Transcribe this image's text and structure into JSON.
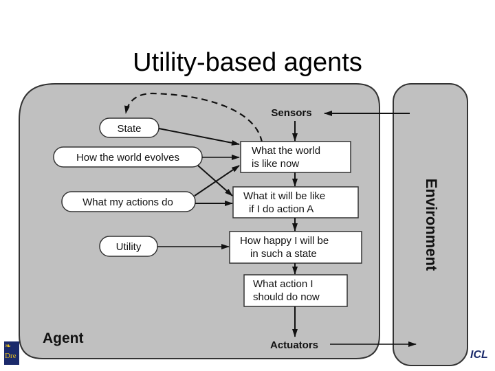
{
  "title": "Utility-based agents",
  "agent": {
    "label": "Agent",
    "ovals": [
      {
        "id": "state",
        "label": "State"
      },
      {
        "id": "world-evolves",
        "label": "How the world evolves"
      },
      {
        "id": "actions-do",
        "label": "What my actions do"
      },
      {
        "id": "utility",
        "label": "Utility"
      }
    ],
    "boxes": [
      {
        "id": "world-now",
        "lines": [
          "What the world",
          "is like now"
        ]
      },
      {
        "id": "will-be-like",
        "lines": [
          "What it will be like",
          "if I do action A"
        ]
      },
      {
        "id": "how-happy",
        "lines": [
          "How happy I will be",
          "in such a state"
        ]
      },
      {
        "id": "what-action",
        "lines": [
          "What action I",
          "should do now"
        ]
      }
    ],
    "sensors_label": "Sensors",
    "actuators_label": "Actuators"
  },
  "environment": {
    "label": "Environment"
  },
  "logos": {
    "left_text": "Dre",
    "right_text": "ICL"
  },
  "colors": {
    "panel_fill": "#c0c0c0",
    "panel_stroke": "#333333",
    "box_fill": "#ffffff",
    "logo_navy": "#1b2a6b",
    "logo_yellow": "#f2d21a"
  }
}
